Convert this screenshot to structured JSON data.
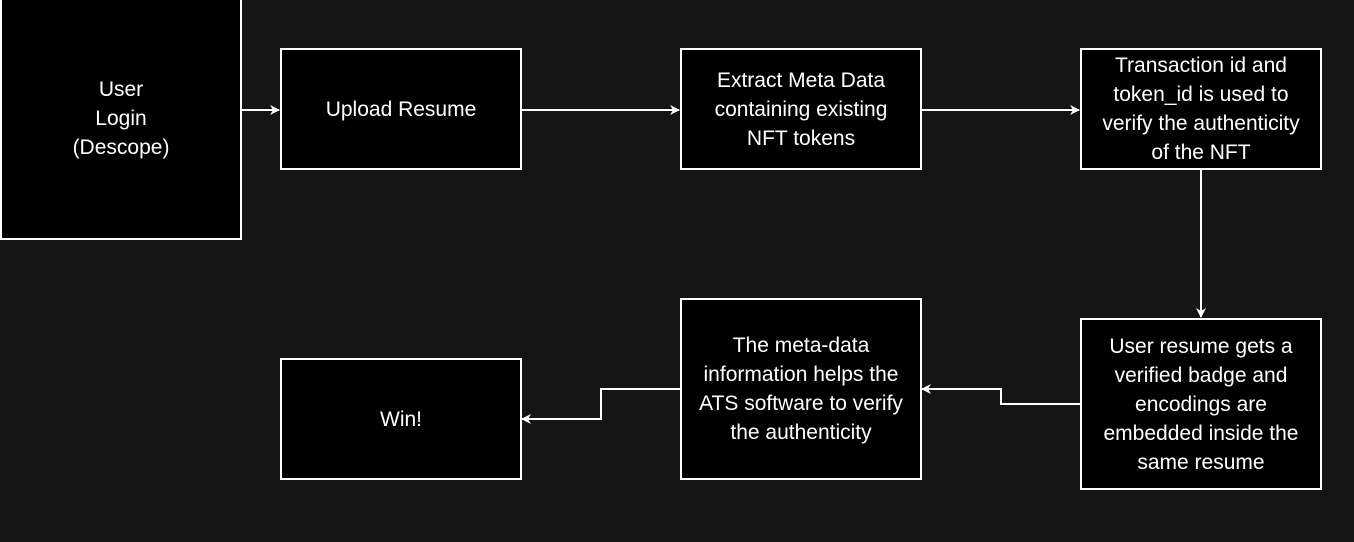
{
  "diagram": {
    "colors": {
      "background": "#151515",
      "box_fill": "#000000",
      "stroke": "#ffffff",
      "text": "#ffffff"
    },
    "nodes": {
      "user_login": "User\nLogin\n(Descope)",
      "upload_resume": "Upload Resume",
      "extract_meta": "Extract Meta Data\ncontaining existing\nNFT tokens",
      "verify_nft": "Transaction id and\ntoken_id is used to\nverify the authenticity\nof the NFT",
      "verified_badge": "User resume gets a\nverified badge and\nencodings are\nembedded inside the\nsame resume",
      "ats_verify": "The meta-data\ninformation helps the\nATS software to verify\nthe authenticity",
      "win": "Win!"
    },
    "edges": [
      {
        "from": "user_login",
        "to": "upload_resume"
      },
      {
        "from": "upload_resume",
        "to": "extract_meta"
      },
      {
        "from": "extract_meta",
        "to": "verify_nft"
      },
      {
        "from": "verify_nft",
        "to": "verified_badge"
      },
      {
        "from": "verified_badge",
        "to": "ats_verify"
      },
      {
        "from": "ats_verify",
        "to": "win"
      }
    ]
  }
}
